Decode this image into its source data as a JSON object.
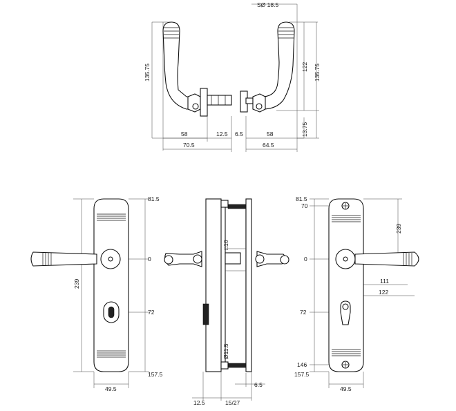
{
  "top_view": {
    "rose_diameter": "SØ 18.5",
    "left_height": "135.75",
    "right_height_a": "122",
    "right_height_b": "135.75",
    "right_offset": "13.75",
    "left_length": "58",
    "gap_left": "12.5",
    "gap_right": "6.5",
    "right_length": "58",
    "left_total": "70.5",
    "right_total": "64.5"
  },
  "front_left": {
    "top": "81.5",
    "zero": "0",
    "height": "239",
    "cylinder": "72",
    "bottom": "157.5",
    "width": "49.5"
  },
  "side_view": {
    "spindle": "□10",
    "bolt": "Ø11.5",
    "offset": "6.5",
    "thickness_a": "12.5",
    "thickness_b": "15/27"
  },
  "front_right": {
    "top": "81.5",
    "screw_top": "70",
    "zero": "0",
    "height": "239",
    "lever_a": "111",
    "lever_b": "122",
    "cylinder": "72",
    "screw_bottom": "146",
    "bottom": "157.5",
    "width": "49.5"
  }
}
